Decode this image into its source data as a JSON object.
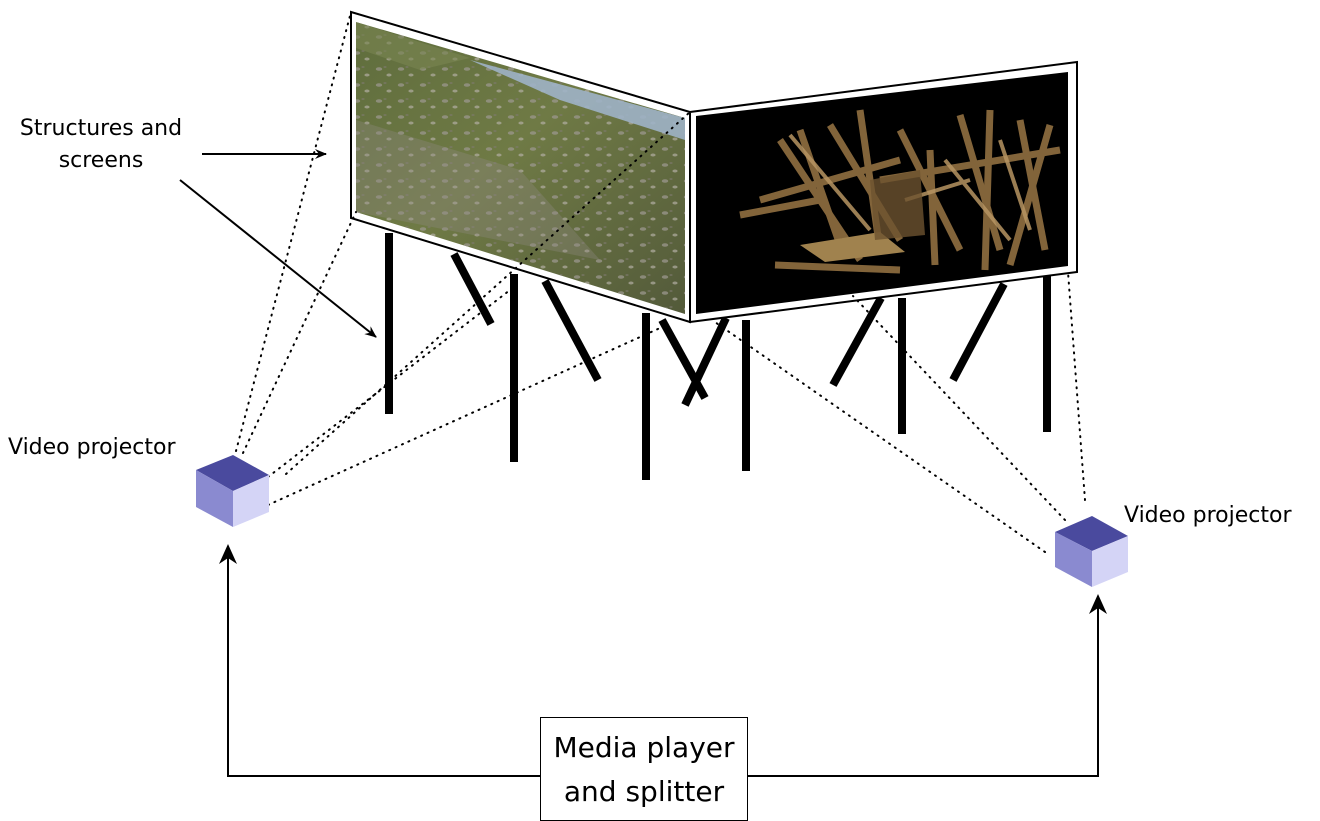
{
  "labels": {
    "structures_line1": "Structures and",
    "structures_line2": "screens",
    "projector_left": "Video projector",
    "projector_right": "Video projector",
    "media_line1": "Media player",
    "media_line2": "and splitter"
  },
  "colors": {
    "projector_top": "#4a4a9e",
    "projector_left_face": "#8a8ad0",
    "projector_right_face": "#d4d4f6",
    "leg": "#000000",
    "landscape_sky": "#9fb3c6",
    "landscape_grass": "#6f7a45",
    "landscape_rock": "#8f8a80",
    "dark_screen": "#000000",
    "wood": "#8a6a3e"
  },
  "icons": {
    "projector": "projector-cube-icon",
    "arrow": "arrowhead-icon"
  }
}
